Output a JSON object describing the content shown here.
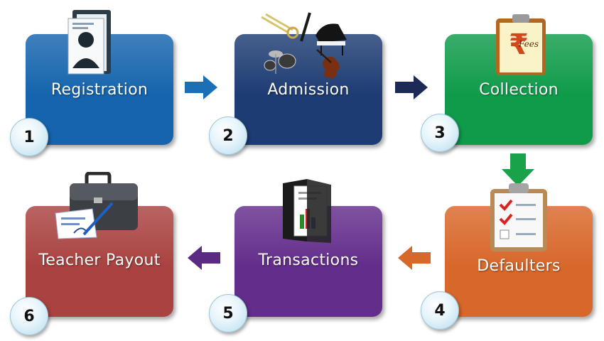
{
  "steps": [
    {
      "number": "1",
      "label": "Registration",
      "color": "#1564ad",
      "icon": "registration-document-icon"
    },
    {
      "number": "2",
      "label": "Admission",
      "color": "#1d3c73",
      "icon": "musical-instruments-icon"
    },
    {
      "number": "3",
      "label": "Collection",
      "color": "#0f9b4a",
      "icon": "fees-clipboard-icon"
    },
    {
      "number": "4",
      "label": "Defaulters",
      "color": "#d8672a",
      "icon": "checklist-clipboard-icon"
    },
    {
      "number": "5",
      "label": "Transactions",
      "color": "#632d8b",
      "icon": "report-folder-icon"
    },
    {
      "number": "6",
      "label": "Teacher Payout",
      "color": "#a94240",
      "icon": "briefcase-icon"
    }
  ],
  "connector_colors": {
    "registration_to_admission": "#1b6fb6",
    "admission_to_collection": "#1d2a57",
    "collection_to_defaulters": "#19a24a",
    "defaulters_to_transactions": "#d8672a",
    "transactions_to_teacher_payout": "#5b2a83"
  },
  "fees_icon_text": {
    "symbol": "₹",
    "word": "Fees"
  }
}
